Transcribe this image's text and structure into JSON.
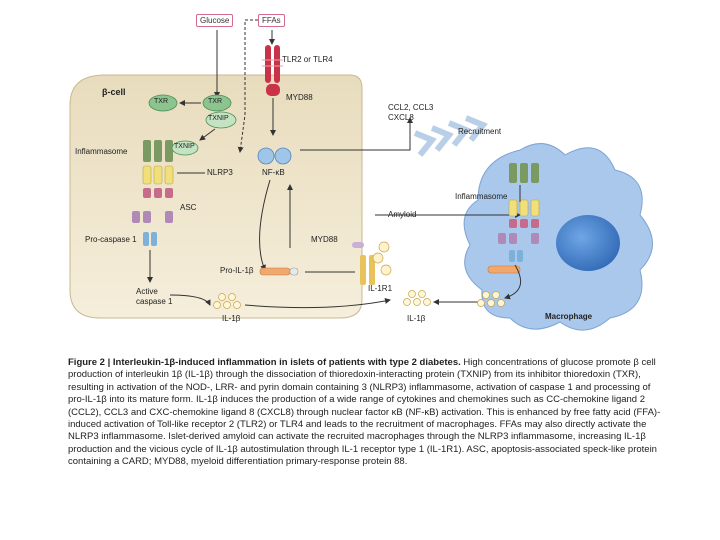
{
  "diagram": {
    "inputs": {
      "glucose": "Glucose",
      "ffas": "FFAs"
    },
    "receptor": "TLR2 or TLR4",
    "cell_label": "β-cell",
    "txr_left": "TXR",
    "txr_right": "TXR",
    "txnip_top": "TXNIP",
    "txnip_bound": "TXNIP",
    "inflammasome_left": "Inflammasome",
    "nlrp3": "NLRP3",
    "asc": "ASC",
    "pro_caspase": "Pro-caspase 1",
    "active_caspase_line1": "Active",
    "active_caspase_line2": "caspase 1",
    "myd88_top": "MYD88",
    "nfkb": "NF-κB",
    "chemokines_line1": "CCL2, CCL3",
    "chemokines_line2": "CXCL8",
    "recruitment": "Recruitment",
    "amyloid": "Amyloid",
    "myd88_bottom": "MYD88",
    "pro_il1b": "Pro-IL-1β",
    "il1r1": "IL-1R1",
    "il1b_left": "IL-1β",
    "il1b_right": "IL-1β",
    "inflammasome_macrophage": "Inflammasome",
    "macrophage": "Macrophage"
  },
  "caption": {
    "title": "Figure 2 | Interleukin-1β-induced inflammation in islets of patients with type 2 diabetes.",
    "body": " High concentrations of glucose promote β cell production of interleukin 1β (IL-1β) through the dissociation of thioredoxin-interacting protein (TXNIP) from its inhibitor thioredoxin (TXR), resulting in activation of the NOD-, LRR- and pyrin domain containing 3 (NLRP3) inflammasome, activation of caspase 1 and processing of pro-IL-1β into its mature form. IL-1β induces the production of a wide range of cytokines and chemokines such as CC-chemokine ligand 2 (CCL2), CCL3 and CXC-chemokine ligand 8 (CXCL8) through nuclear factor κB (NF-κB) activation. This is enhanced by free fatty acid (FFA)-induced activation of Toll-like receptor 2 (TLR2) or TLR4 and leads to the recruitment of macrophages. FFAs may also directly activate the NLRP3 inflammasome. Islet-derived amyloid can activate the recruited macrophages through the NLRP3 inflammasome, increasing IL-1β production and the vicious cycle of IL-1β autostimulation through IL-1 receptor type 1 (IL-1R1). ASC, apoptosis-associated speck-like protein containing a CARD; MYD88, myeloid differentiation primary-response protein 88."
  },
  "colors": {
    "cell_fill": "#efe3c4",
    "macrophage_fill": "#a9c8ec",
    "nucleus_fill": "#3d7ccc",
    "txr_green": "#8bc48f",
    "receptor_red": "#c8334a",
    "nlrp3_yellow": "#f0df7a",
    "asc_pink": "#c86a8a",
    "caspase_blue": "#7eb1d9"
  }
}
